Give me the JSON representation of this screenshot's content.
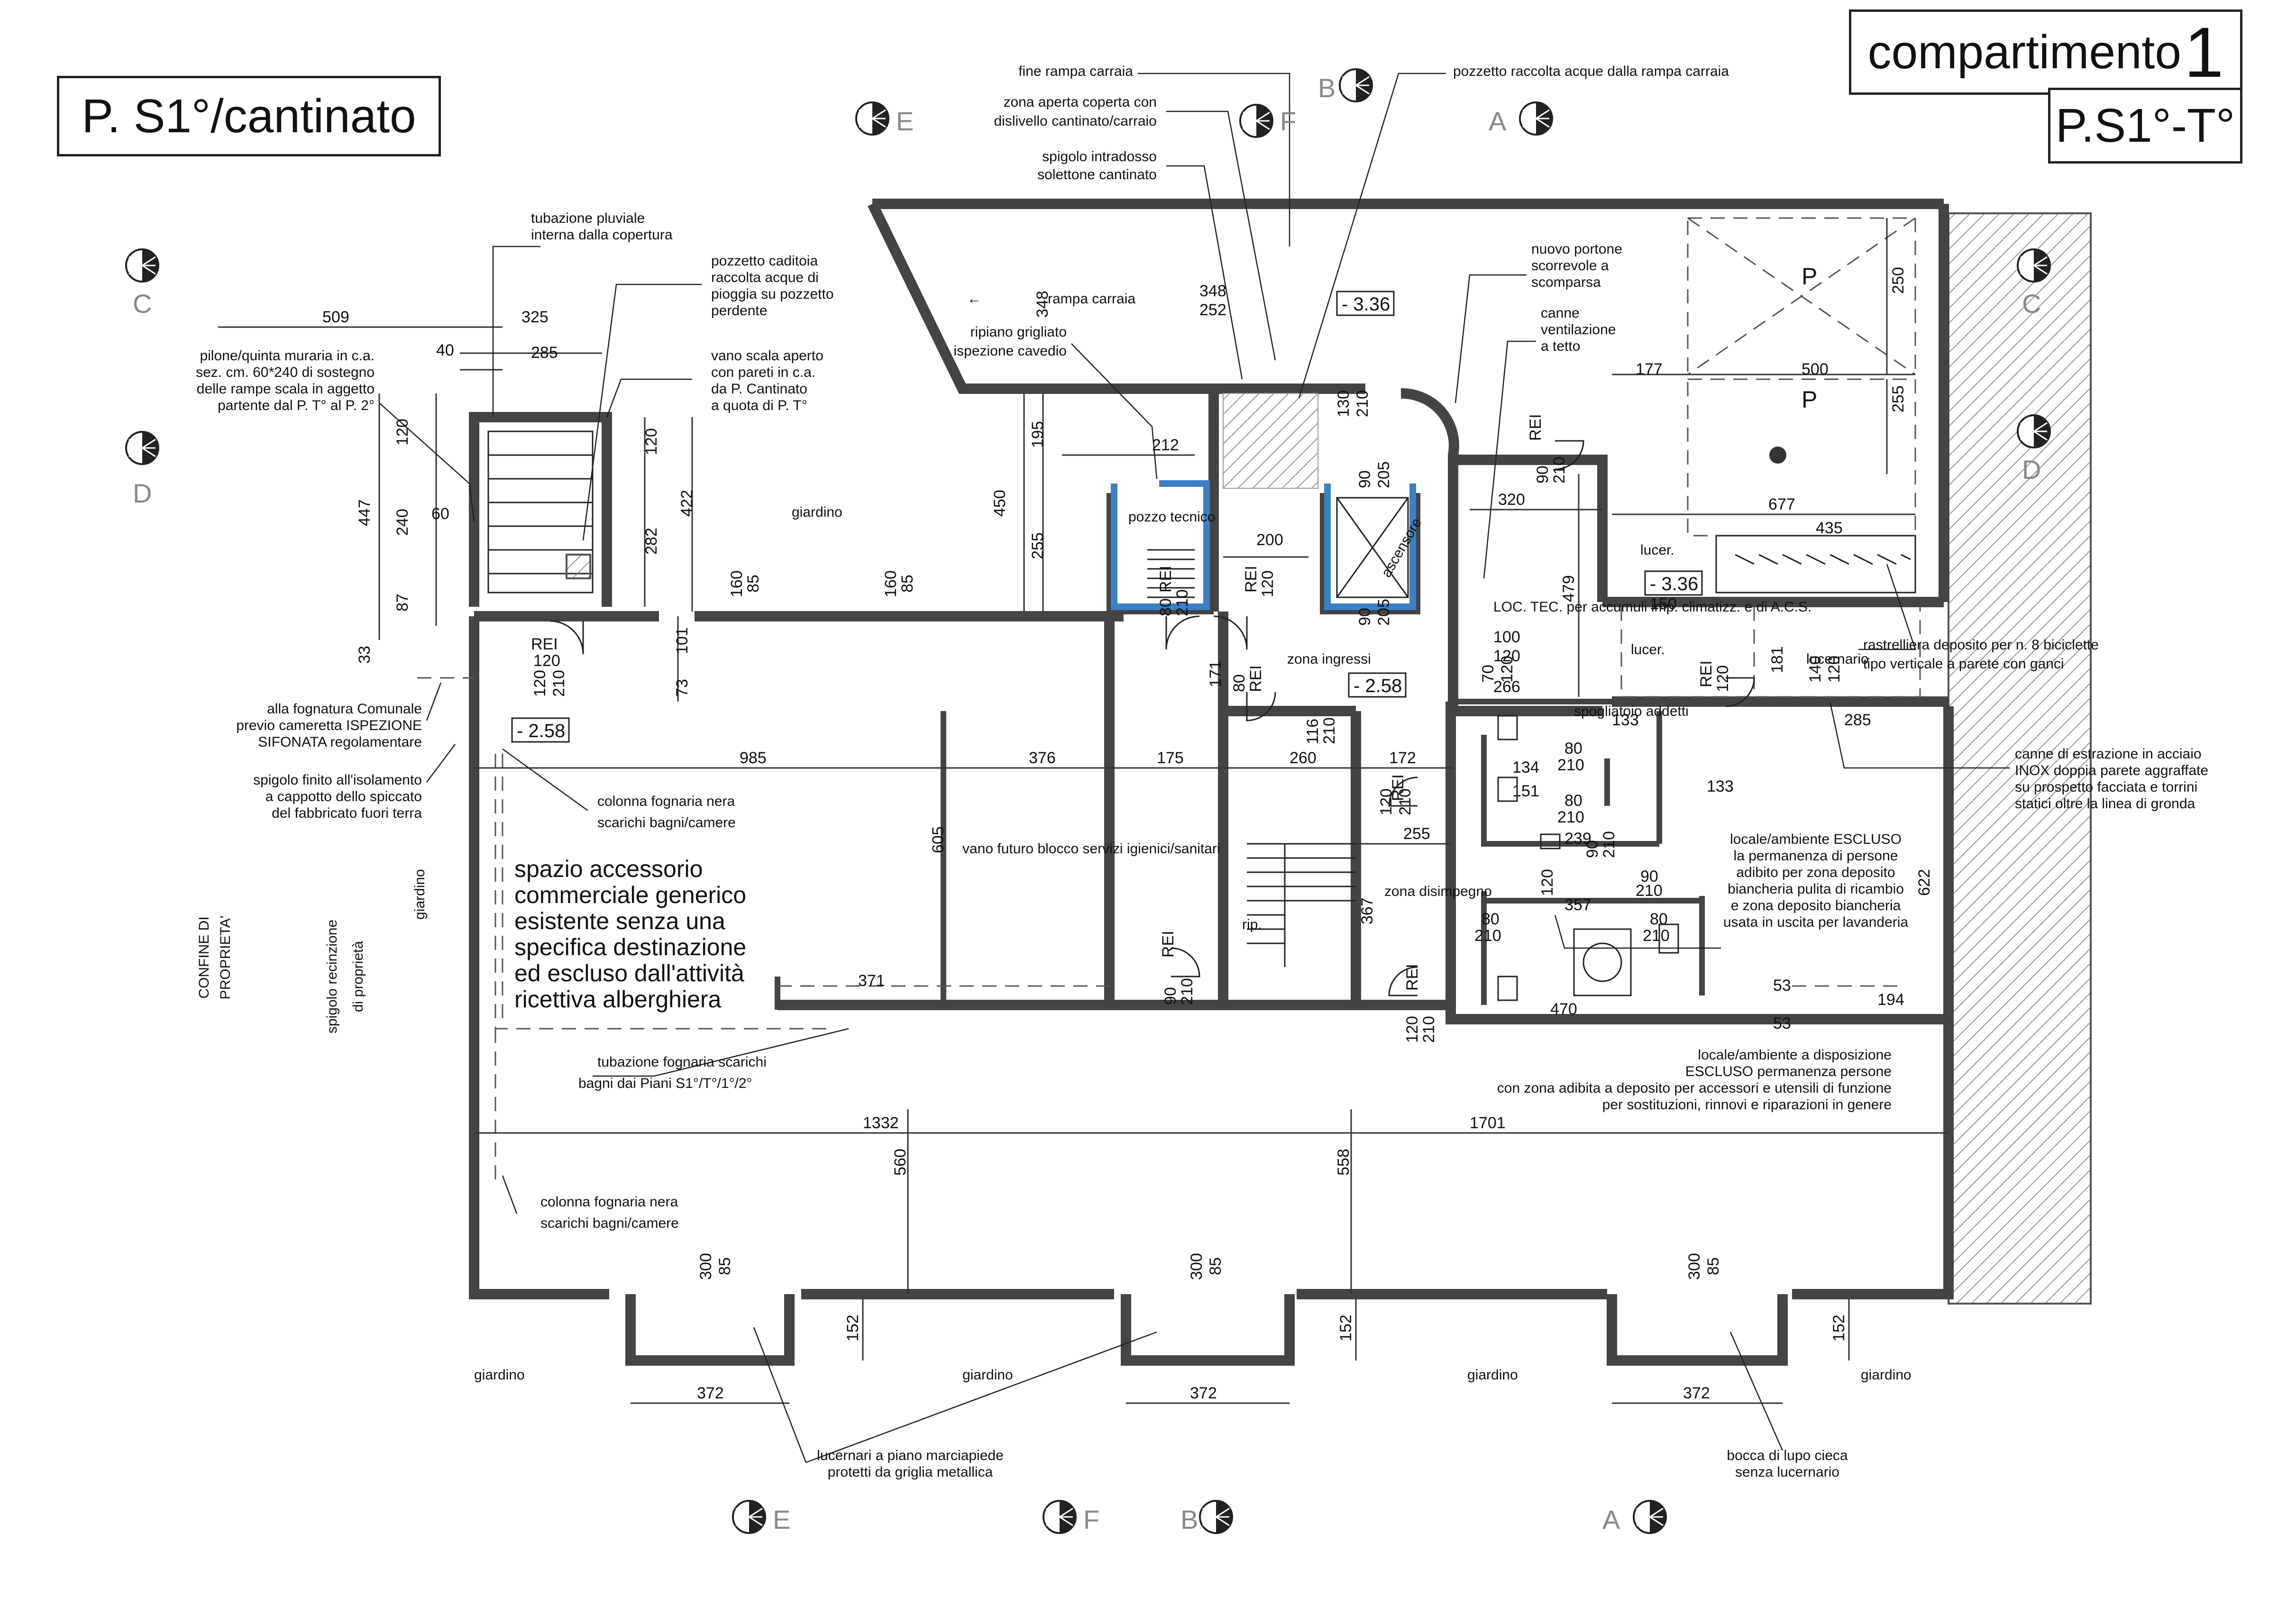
{
  "title": {
    "floor": "P. S1°/cantinato",
    "compartment": "compartimento",
    "compartment_number": "1",
    "level_range": "P.S1°-T°"
  },
  "section_markers": {
    "top": [
      "E",
      "F",
      "B",
      "A"
    ],
    "bottom": [
      "E",
      "F",
      "B",
      "A"
    ],
    "left": [
      "C",
      "D"
    ],
    "right": [
      "C",
      "D"
    ]
  },
  "levels": [
    "- 3.36",
    "- 3.36",
    "- 2.58",
    "- 2.58"
  ],
  "rooms": {
    "giardino": "giardino",
    "rampa": "rampa carraia",
    "pozzo": "pozzo tecnico",
    "ascensore": "ascensore",
    "loc_tec": "LOC. TEC. per accumuli imp. climatizz. e di A.C.S.",
    "zona_ingressi": "zona ingressi",
    "spogliatoio": "spogliatoio addetti",
    "zona_disimpegno": "zona disimpegno",
    "vano_futuro": "vano futuro blocco servizi igienici/sanitari",
    "rip": "rip.",
    "lucer": "lucer.",
    "lucernario": "lucernario",
    "parking": "P"
  },
  "main_text": [
    "spazio accessorio",
    "commerciale generico",
    "esistente senza una",
    "specifica destinazione",
    "ed escluso dall'attività",
    "ricettiva alberghiera"
  ],
  "annotations": {
    "tubazione_pluviale": [
      "tubazione pluviale",
      "interna dalla copertura"
    ],
    "pozzetto_caditoia": [
      "pozzetto caditoia",
      "raccolta acque di",
      "pioggia su pozzetto",
      "perdente"
    ],
    "vano_scala": [
      "vano scala aperto",
      "con pareti in c.a.",
      "da P. Cantinato",
      "a quota di P. T°"
    ],
    "pilone": [
      "pilone/quinta muraria in c.a.",
      "sez. cm. 60*240 di sostegno",
      "delle rampe scala in aggetto",
      "partente dal P. T° al P. 2°"
    ],
    "fognatura_comunale": [
      "alla fognatura Comunale",
      "previo cameretta ISPEZIONE",
      "SIFONATA regolamentare"
    ],
    "spigolo_isolamento": [
      "spigolo finito all'isolamento",
      "a cappotto dello spiccato",
      "del fabbricato fuori terra"
    ],
    "colonna_fognaria_1": [
      "colonna fognaria nera",
      "scarichi bagni/camere"
    ],
    "colonna_fognaria_2": [
      "colonna fognaria nera",
      "scarichi bagni/camere"
    ],
    "tubazione_fognaria": [
      "tubazione fognaria scarichi",
      "bagni dai Piani S1°/T°/1°/2°"
    ],
    "fine_rampa": [
      "fine rampa carraia"
    ],
    "zona_aperta": [
      "zona aperta coperta con",
      "dislivello cantinato/carraio"
    ],
    "spigolo_intradosso": [
      "spigolo intradosso",
      "solettone cantinato"
    ],
    "ripiano_grigliato": [
      "ripiano grigliato",
      "ispezione cavedio"
    ],
    "pozzetto_rampa": [
      "pozzetto raccolta acque dalla rampa carraia"
    ],
    "nuovo_portone": [
      "nuovo portone",
      "scorrevole a",
      "scomparsa"
    ],
    "canne_ventilazione": [
      "canne",
      "ventilazione",
      "a tetto"
    ],
    "rastrelliera": [
      "rastrelliera deposito per n. 8 biciclette",
      "tipo verticale a parete con ganci"
    ],
    "canne_estrazione": [
      "canne di estrazione in acciaio",
      "INOX doppia parete aggraffate",
      "su prospetto facciata e torrini",
      "statici oltre la linea di gronda"
    ],
    "locale_escluso_1": [
      "locale/ambiente ESCLUSO",
      "la permanenza di persone",
      "adibito per zona deposito",
      "biancheria pulita di ricambio",
      "e zona deposito biancheria",
      "usata in uscita per lavanderia"
    ],
    "locale_escluso_2": [
      "locale/ambiente a disposizione",
      "ESCLUSO permanenza persone",
      "con zona adibita a deposito per accessori e utensili di funzione",
      "per sostituzioni, rinnovi e riparazioni in genere"
    ],
    "lucernari": [
      "lucernari a piano marciapiede",
      "protetti da griglia metallica"
    ],
    "bocca_lupo": [
      "bocca di lupo cieca",
      "senza lucernario"
    ],
    "confine": [
      "CONFINE DI",
      "PROPRIETA'"
    ],
    "spigolo_recinzione": [
      "spigolo recinzione",
      "di proprietà"
    ]
  },
  "dimensions": {
    "d509": "509",
    "d325": "325",
    "d40": "40",
    "d285": "285",
    "d447": "447",
    "d120a": "120",
    "d240": "240",
    "d87": "87",
    "d60": "60",
    "d33": "33",
    "d120b": "120",
    "d282": "282",
    "d422": "422",
    "d101": "101",
    "d73": "73",
    "d160a": "160",
    "d85a": "85",
    "d160b": "160",
    "d85b": "85",
    "d450": "450",
    "d195": "195",
    "d255a": "255",
    "d348a": "348",
    "d348b": "348",
    "d252": "252",
    "d212": "212",
    "d200": "200",
    "d130": "130",
    "d210a": "210",
    "d320": "320",
    "d479": "479",
    "d177": "177",
    "d500": "500",
    "d250": "250",
    "d255b": "255",
    "d677": "677",
    "d435": "435",
    "d985": "985",
    "d376": "376",
    "d175a": "175",
    "d260": "260",
    "d172": "172",
    "d255c": "255",
    "d1332": "1332",
    "d1701": "1701",
    "d560": "560",
    "d558": "558",
    "d300a": "300",
    "d85c": "85",
    "d300b": "300",
    "d85d": "85",
    "d300c": "300",
    "d85e": "85",
    "d152a": "152",
    "d152b": "152",
    "d152c": "152",
    "d372a": "372",
    "d372b": "372",
    "d372c": "372",
    "d171": "171",
    "d116": "116",
    "d210b": "210",
    "d181": "181",
    "d140": "140",
    "d120c": "120",
    "d100": "100",
    "d120d": "120",
    "d70": "70",
    "d120e": "120",
    "d120f": "120",
    "d622": "622",
    "d605": "605",
    "d371": "371",
    "d470": "470",
    "d194": "194",
    "d53a": "53",
    "d53b": "53",
    "d285b": "285",
    "d266": "266",
    "d133a": "133",
    "d133b": "133",
    "d357": "357",
    "d239": "239",
    "d151": "151",
    "d134": "134",
    "d367": "367",
    "d150": "150"
  },
  "doors": {
    "rei": "REI",
    "r120": "120",
    "r210": "210",
    "r80": "80",
    "r90": "90",
    "r205": "205"
  }
}
